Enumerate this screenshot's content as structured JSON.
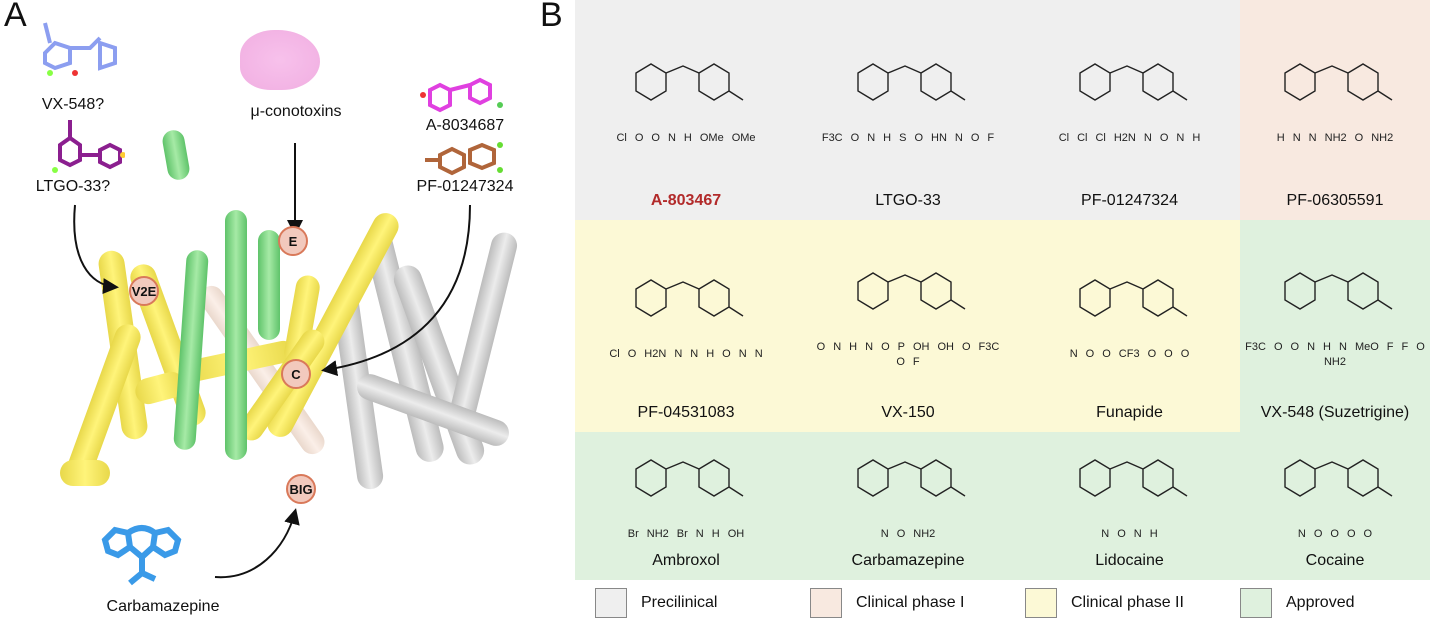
{
  "panel_a": {
    "letter": "A",
    "labels": {
      "vx548": "VX-548?",
      "ltgo33": "LTGO-33?",
      "conotoxins": "μ-conotoxins",
      "a803": "A-8034687",
      "pf012": "PF-01247324",
      "carbamazepine": "Carbamazepine"
    },
    "sites": [
      "V2E",
      "E",
      "C",
      "BIG"
    ]
  },
  "panel_b": {
    "letter": "B",
    "compounds": [
      {
        "name": "A-803467",
        "stage": "pre",
        "atoms": [
          "Cl",
          "O",
          "O",
          "N",
          "H",
          "OMe",
          "OMe"
        ]
      },
      {
        "name": "LTGO-33",
        "stage": "pre",
        "atoms": [
          "F3C",
          "O",
          "N",
          "H",
          "S",
          "O",
          "HN",
          "N",
          "O",
          "F"
        ]
      },
      {
        "name": "PF-01247324",
        "stage": "pre",
        "atoms": [
          "Cl",
          "Cl",
          "Cl",
          "H2N",
          "N",
          "O",
          "N",
          "H"
        ]
      },
      {
        "name": "PF-06305591",
        "stage": "p1",
        "atoms": [
          "H",
          "N",
          "N",
          "NH2",
          "O",
          "NH2"
        ]
      },
      {
        "name": "PF-04531083",
        "stage": "p2",
        "atoms": [
          "Cl",
          "O",
          "H2N",
          "N",
          "N",
          "H",
          "O",
          "N",
          "N"
        ]
      },
      {
        "name": "VX-150",
        "stage": "p2",
        "atoms": [
          "O",
          "N",
          "H",
          "N",
          "O",
          "P",
          "OH",
          "OH",
          "O",
          "F3C",
          "O",
          "F"
        ]
      },
      {
        "name": "Funapide",
        "stage": "p2",
        "atoms": [
          "N",
          "O",
          "O",
          "CF3",
          "O",
          "O",
          "O"
        ]
      },
      {
        "name": "VX-548 (Suzetrigine)",
        "stage": "ap",
        "atoms": [
          "F3C",
          "O",
          "O",
          "N",
          "H",
          "N",
          "MeO",
          "F",
          "F",
          "O",
          "NH2"
        ]
      },
      {
        "name": "Ambroxol",
        "stage": "ap",
        "atoms": [
          "Br",
          "NH2",
          "Br",
          "N",
          "H",
          "OH"
        ]
      },
      {
        "name": "Carbamazepine",
        "stage": "ap",
        "atoms": [
          "N",
          "O",
          "NH2"
        ]
      },
      {
        "name": "Lidocaine",
        "stage": "ap",
        "atoms": [
          "N",
          "O",
          "N",
          "H"
        ]
      },
      {
        "name": "Cocaine",
        "stage": "ap",
        "atoms": [
          "N",
          "O",
          "O",
          "O",
          "O"
        ]
      }
    ],
    "legend": [
      {
        "label": "Precilinical",
        "color": "#efefef"
      },
      {
        "label": "Clinical phase I",
        "color": "#f8e9e0"
      },
      {
        "label": "Clinical phase II",
        "color": "#fcf9d6"
      },
      {
        "label": "Approved",
        "color": "#dff1de"
      }
    ],
    "highlight_color": "#b22a2a"
  }
}
